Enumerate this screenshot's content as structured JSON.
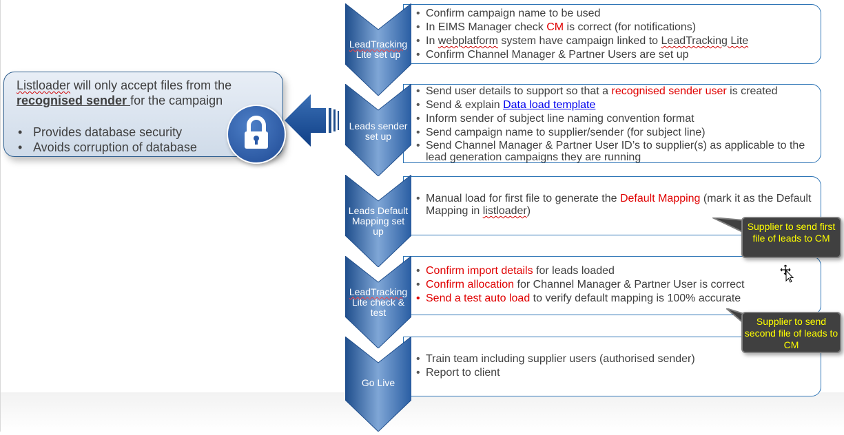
{
  "left_box": {
    "line1_a": "Listloader",
    "line1_b": " will only accept files from the",
    "line2_strong": "recognised sender ",
    "line2_rest": "for the campaign",
    "bullets": [
      "Provides database security",
      "Avoids corruption of database"
    ]
  },
  "steps": [
    {
      "label_lines": [
        "LeadTracking",
        "Lite set up"
      ],
      "items": [
        [
          "Confirm campaign name to be used"
        ],
        [
          "In EIMS Manager check ",
          {
            "red": "CM"
          },
          " is correct (for notifications)"
        ],
        [
          "In ",
          {
            "sq": "webplatform"
          },
          " system have campaign linked to ",
          {
            "sq": "LeadTracking Lite"
          }
        ],
        [
          "Confirm Channel Manager & Partner Users are set up"
        ]
      ]
    },
    {
      "label_lines": [
        "Leads sender",
        "set up"
      ],
      "items": [
        [
          "Send user details to support so that a ",
          {
            "red": "recognised sender user"
          },
          " is created"
        ],
        [
          "Send & explain ",
          {
            "link": "Data load template"
          }
        ],
        [
          "Inform sender of subject line naming convention format"
        ],
        [
          "Send campaign name to supplier/sender (for subject line)"
        ],
        [
          "Send Channel Manager & Partner User ID’s to supplier(s) as applicable to the lead generation campaigns they are running"
        ]
      ]
    },
    {
      "label_lines": [
        "Leads Default",
        "Mapping set",
        "up"
      ],
      "items": [
        [
          "Manual load for first file to generate the ",
          {
            "red": "Default Mapping"
          },
          " (mark it as the Default Mapping in ",
          {
            "sq": "listloader"
          },
          ")"
        ]
      ]
    },
    {
      "label_lines": [
        "LeadTracking",
        "Lite check &",
        "test"
      ],
      "items": [
        [
          {
            "red": "Confirm import details"
          },
          " for leads loaded"
        ],
        [
          {
            "red": "Confirm allocation"
          },
          " for Channel Manager & Partner User is correct"
        ],
        [
          {
            "red": "Send a test auto load"
          },
          " to verify default mapping is 100% accurate"
        ]
      ]
    },
    {
      "label_lines": [
        "Go Live"
      ],
      "items": [
        [
          "Train team including supplier users (authorised sender)"
        ],
        [
          "Report to client"
        ]
      ]
    }
  ],
  "callouts": [
    "Supplier to send first file of leads to CM",
    "Supplier to send second file of leads to CM"
  ],
  "colors": {
    "chevron_dark": "#1f4e8c",
    "chevron_light": "#7fa6d6",
    "box_border": "#2e75b6",
    "highlight_red": "#e00000",
    "callout_text": "#ffff00"
  },
  "icons": [
    "lock-icon",
    "left-arrow-icon",
    "move-cursor-icon"
  ]
}
